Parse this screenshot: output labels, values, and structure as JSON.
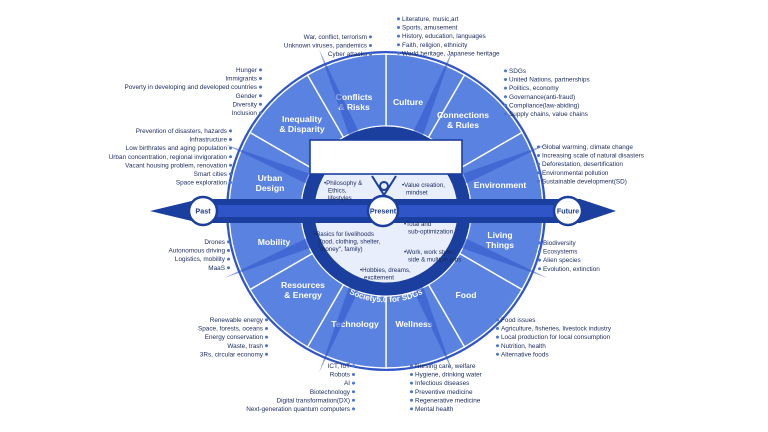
{
  "colors": {
    "primary": "#2f55c9",
    "segment_fill": "#5a82e0",
    "segment_stroke": "#ffffff",
    "inner_fill": "#e8eefb",
    "dark": "#1b3f9e",
    "text": "#1a2a5c",
    "bullet": "#4a74d8"
  },
  "timeline": {
    "past": "Past",
    "present": "Present",
    "future": "Future"
  },
  "ring_label": "Society5.0 for SDGs",
  "segments": [
    {
      "label": [
        "Culture"
      ]
    },
    {
      "label": [
        "Connections",
        "& Rules"
      ]
    },
    {
      "label": [
        "Environment"
      ]
    },
    {
      "label": [
        "Living",
        "Things"
      ]
    },
    {
      "label": [
        "Food"
      ]
    },
    {
      "label": [
        "Wellness"
      ]
    },
    {
      "label": [
        "Technology"
      ]
    },
    {
      "label": [
        "Resources",
        "& Energy"
      ]
    },
    {
      "label": [
        "Mobility"
      ]
    },
    {
      "label": [
        "Urban",
        "Design"
      ]
    },
    {
      "label": [
        "Inequality",
        "& Disparity"
      ]
    },
    {
      "label": [
        "Conflicts",
        "& Risks"
      ]
    }
  ],
  "inner_notes": [
    {
      "id": "philosophy",
      "lines": [
        "•Philosophy &",
        "Ethics,",
        "lifestyles"
      ]
    },
    {
      "id": "value",
      "lines": [
        "•Value creation,",
        "mindset"
      ]
    },
    {
      "id": "basics",
      "lines": [
        "•Basics for livelihoods",
        "(food, clothing, shelter,",
        "\"money\", family)"
      ]
    },
    {
      "id": "total",
      "lines": [
        "•Total and",
        "sub-optimization"
      ]
    },
    {
      "id": "work",
      "lines": [
        "•Work, work styles,",
        "side & multiple jobs"
      ]
    },
    {
      "id": "hobbies",
      "lines": [
        "•Hobbies, dreams,",
        "excitement"
      ]
    }
  ],
  "outer_lists": [
    {
      "id": "conflicts",
      "align": "right",
      "items": [
        "War, conflict, terrorism",
        "Unknown viruses, pandemics",
        "Cyber attacks"
      ]
    },
    {
      "id": "culture",
      "align": "left",
      "items": [
        "Literature, music,art",
        "Sports, amusement",
        "History, education, languages",
        "Faith, religion, ethnicity",
        "World heritage, Japanese heritage"
      ]
    },
    {
      "id": "inequality",
      "align": "right",
      "items": [
        "Hunger",
        "Immigrants",
        "Poverty in developing and developed countries",
        "Gender",
        "Diversity",
        "Inclusion"
      ]
    },
    {
      "id": "connections",
      "align": "left",
      "items": [
        "SDGs",
        "United Nations, partnerships",
        "Politics, economy",
        "Governance(anti-fraud)",
        "Compliance(law-abiding)",
        "Supply chains, value chains"
      ]
    },
    {
      "id": "urban",
      "align": "right",
      "items": [
        "Prevention of disasters, hazards",
        "Infrastructure",
        "Low birthrates and aging population",
        "Urban concentration, regional invigoration",
        "Vacant housing problem, renovation",
        "Smart cities",
        "Space exploration"
      ]
    },
    {
      "id": "environment",
      "align": "left",
      "items": [
        "Global warming, climate change",
        "Increasing scale of natural disasters",
        "Deforestation, desertification",
        "Environmental pollution",
        "Sustainable development(SD)"
      ]
    },
    {
      "id": "mobility",
      "align": "right",
      "items": [
        "Drones",
        "Autonomous driving",
        "Logistics, mobility",
        "MaaS"
      ]
    },
    {
      "id": "living",
      "align": "left",
      "items": [
        "Biodiversity",
        "Ecosystems",
        "Alien species",
        "Evolution, extinction"
      ]
    },
    {
      "id": "resources",
      "align": "right",
      "items": [
        "Renewable energy",
        "Space, forests, oceans",
        "Energy conservation",
        "Waste, trash",
        "3Rs, circular economy"
      ]
    },
    {
      "id": "food",
      "align": "left",
      "items": [
        "Food issues",
        "Agriculture, fisheries, livestock industry",
        "Local production for local consumption",
        "Nutrition, health",
        "Alternative foods"
      ]
    },
    {
      "id": "technology",
      "align": "right",
      "items": [
        "ICT, IoT",
        "Robots",
        "AI",
        "Biotechnology",
        "Digital transformation(DX)",
        "Next-generation quantum computers"
      ]
    },
    {
      "id": "wellness",
      "align": "left",
      "items": [
        "Nursing care, welfare",
        "Hygiene, drinking water",
        "Infectious diseases",
        "Preventive medicine",
        "Regenerative medicine",
        "Mental health"
      ]
    }
  ]
}
